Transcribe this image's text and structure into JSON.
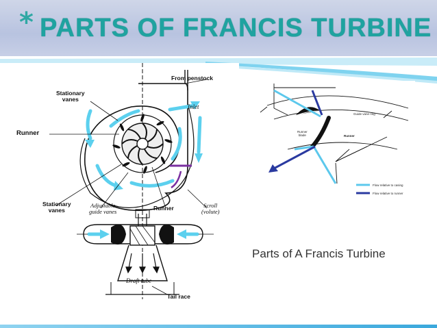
{
  "slide": {
    "title_star": "*",
    "title": "PARTS OF FRANCIS TURBINE",
    "caption": "Parts of A Francis Turbine"
  },
  "left_diagram": {
    "labels": {
      "from_penstock": "From penstock",
      "stationary_vanes_top": "Stationary\nvanes",
      "inlet": "Inlet",
      "runner_left": "Runner",
      "stationary_vanes_bottom": "Stationary\nvanes",
      "adjustable_guide_vanes": "Adjustable\nguide vanes",
      "runner_bottom": "Runner",
      "scroll_volute": "Scroll\n(volute)",
      "draft_tube": "Draft tube",
      "tail_race": "Tail race"
    }
  },
  "right_diagram": {
    "labels": {
      "guide_vane_ring": "Guide vane ring",
      "runner": "Runner",
      "runner_blade": "Runner\nblade"
    },
    "legend": [
      {
        "label": "Flow relative to casing",
        "color": "#5cc8ec"
      },
      {
        "label": "Flow relative to runner",
        "color": "#2a3aa0"
      }
    ]
  },
  "colors": {
    "title": "#1fa3a0",
    "flow_arrow": "#5cd0ee",
    "accent_purple": "#7a2fa0",
    "ribbon": "#7fd3ef"
  }
}
